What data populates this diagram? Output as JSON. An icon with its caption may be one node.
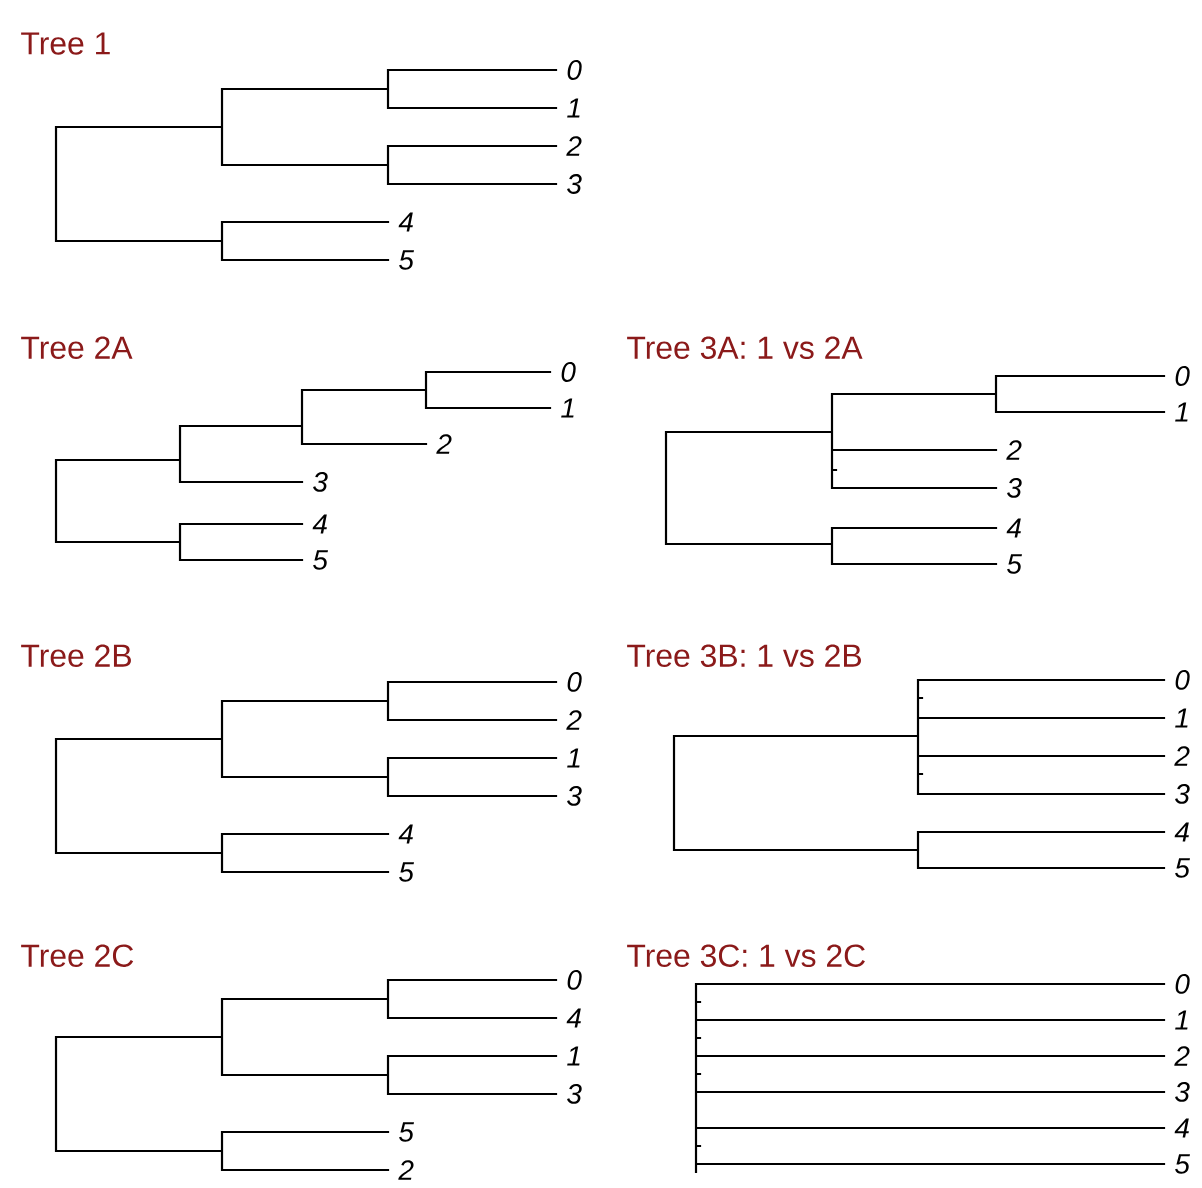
{
  "diagram": {
    "labels": [
      "Tree 1",
      "0",
      "1",
      "2",
      "3",
      "4",
      "5",
      "Tree 2A",
      "0",
      "1",
      "2",
      "3",
      "4",
      "5",
      "Tree 3A: 1 vs 2A",
      "0",
      "1",
      "2",
      "3",
      "4",
      "5",
      "Tree 2B",
      "0",
      "2",
      "1",
      "3",
      "4",
      "5",
      "Tree 3B: 1 vs 2B",
      "0",
      "1",
      "2",
      "3",
      "4",
      "5",
      "Tree 2C",
      "0",
      "4",
      "1",
      "3",
      "5",
      "2",
      "Tree 3C: 1 vs 2C",
      "0",
      "1",
      "2",
      "3",
      "4",
      "5"
    ]
  }
}
